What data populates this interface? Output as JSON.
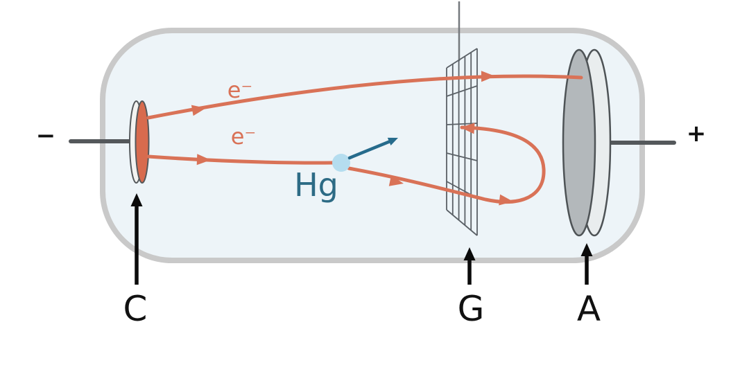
{
  "labels": {
    "cathode": "C",
    "grid": "G",
    "anode": "A",
    "mercury": "Hg",
    "electron": "e⁻",
    "negative_terminal": "−",
    "positive_terminal": "+"
  },
  "colors": {
    "tube_fill": "#edf4f8",
    "tube_stroke": "#c9c9c9",
    "electron_path": "#d97257",
    "cathode_fill": "#d86b4e",
    "electrode_rim": "#e9edee",
    "anode_face": "#b3b8bb",
    "electrode_stroke": "#4e5356",
    "grid_stroke": "#5a6066",
    "lead_wire": "#54585b",
    "mercury_atom_fill": "#b5ddef",
    "mercury_text": "#2d6b85",
    "recoil_arrow": "#266b8c",
    "pointer_and_labels": "#111111"
  }
}
